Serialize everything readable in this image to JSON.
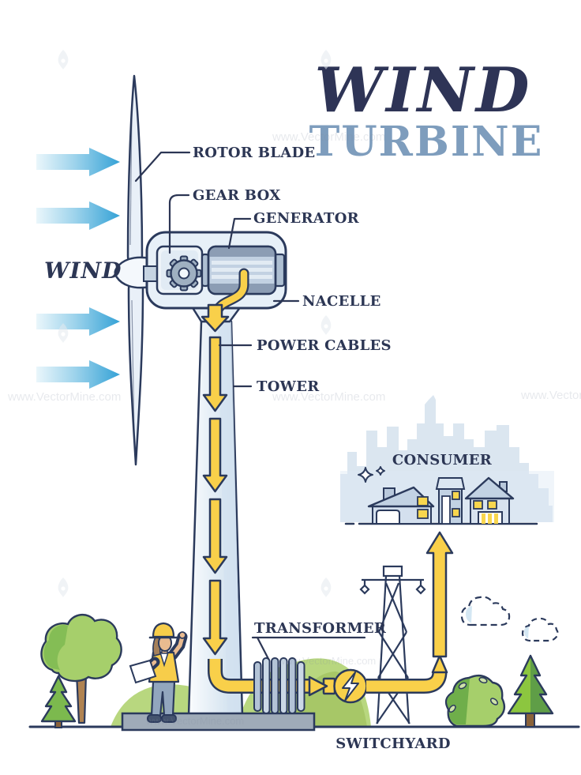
{
  "title": {
    "line1": "WIND",
    "line2": "TURBINE"
  },
  "wind_flow_label": "WIND",
  "part_labels": {
    "rotor_blade": "ROTOR BLADE",
    "gear_box": "GEAR BOX",
    "generator": "GENERATOR",
    "nacelle": "NACELLE",
    "power_cables": "POWER CABLES",
    "tower": "TOWER",
    "transformer": "TRANSFORMER",
    "switchyard": "SWITCHYARD",
    "consumer": "CONSUMER"
  },
  "watermark_text": "www.VectorMine.com",
  "colors": {
    "outline_navy": "#2b3a5c",
    "label_text": "#2c3654",
    "title_primary": "#2e3456",
    "title_secondary": "#7e9dbd",
    "energy_yellow": "#f9d04a",
    "wind_blue": "#3fa6d8",
    "structure_light_blue": "#e7f0f8",
    "foliage_green": "#a6cf6b",
    "hill_green": "#b8d77f",
    "skyline_blue": "#ccdbe9",
    "platform_gray": "#9fabb8"
  },
  "icons": {
    "gear": "⚙",
    "lightning_bolt": "⚡",
    "sparkle": "✧",
    "cloud": "☁",
    "pen_nib_watermark": "✒"
  }
}
